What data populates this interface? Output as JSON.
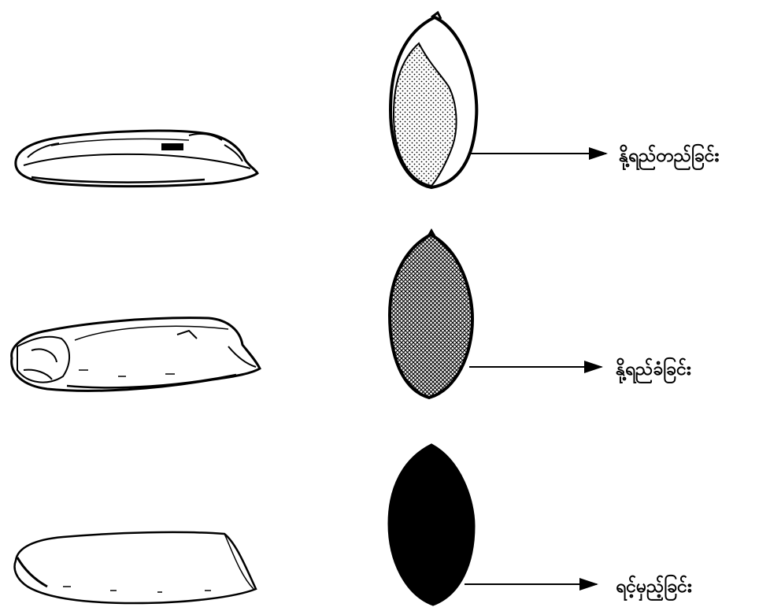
{
  "rows": [
    {
      "label": "နို့ရည်တည်ခြင်း",
      "fill": "partial-dotted"
    },
    {
      "label": "နို့ရည်ခံခြင်း",
      "fill": "full-crosshatch"
    },
    {
      "label": "ရင့်မှည့်ခြင်း",
      "fill": "solid-black"
    }
  ],
  "colors": {
    "ink": "#000000",
    "background": "#ffffff"
  }
}
